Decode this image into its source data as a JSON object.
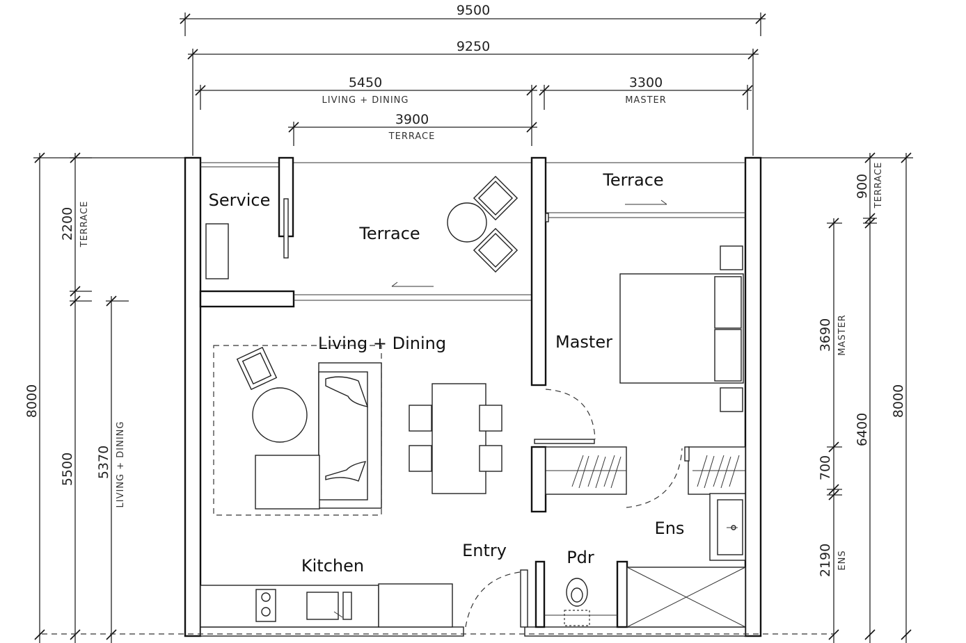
{
  "top_dimensions": {
    "overall_outer": "9500",
    "overall_inner": "9250",
    "living_dining": {
      "value": "5450",
      "label": "LIVING + DINING"
    },
    "master": {
      "value": "3300",
      "label": "MASTER"
    },
    "terrace": {
      "value": "3900",
      "label": "TERRACE"
    }
  },
  "left_dimensions": {
    "overall": "8000",
    "terrace": {
      "value": "2200",
      "label": "TERRACE"
    },
    "lower": "5500",
    "living_dining": {
      "value": "5370",
      "label": "LIVING + DINING"
    }
  },
  "right_dimensions": {
    "overall": "8000",
    "terrace": {
      "value": "900",
      "label": "TERRACE"
    },
    "lower": "6400",
    "master": {
      "value": "3690",
      "label": "MASTER"
    },
    "wardrobe": "700",
    "ensuite": {
      "value": "2190",
      "label": "ENS"
    }
  },
  "rooms": {
    "service": "Service",
    "terrace_main": "Terrace",
    "terrace_master": "Terrace",
    "living_dining": "Living + Dining",
    "master": "Master",
    "ensuite": "Ens",
    "entry": "Entry",
    "powder": "Pdr",
    "kitchen": "Kitchen"
  }
}
